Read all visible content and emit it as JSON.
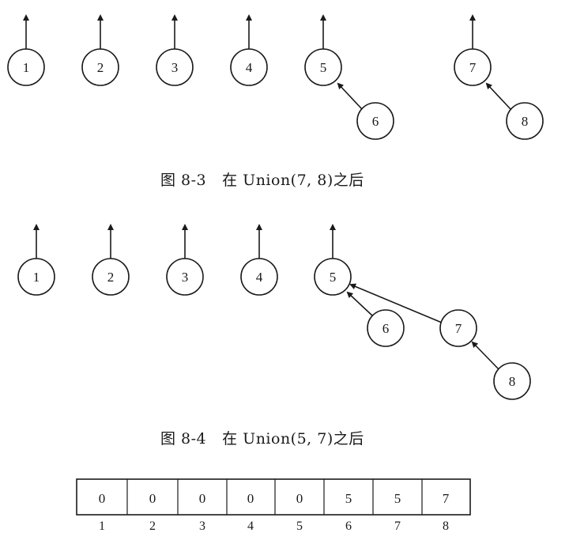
{
  "figure_a": {
    "caption_number": "图 8-3",
    "caption_text": "在 Union(7, 8)之后",
    "nodes": [
      "1",
      "2",
      "3",
      "4",
      "5",
      "6",
      "7",
      "8"
    ],
    "edges": [
      {
        "child": "6",
        "parent": "5"
      },
      {
        "child": "8",
        "parent": "7"
      }
    ]
  },
  "figure_b": {
    "caption_number": "图 8-4",
    "caption_text": "在 Union(5, 7)之后",
    "nodes": [
      "1",
      "2",
      "3",
      "4",
      "5",
      "6",
      "7",
      "8"
    ],
    "edges": [
      {
        "child": "6",
        "parent": "5"
      },
      {
        "child": "7",
        "parent": "5"
      },
      {
        "child": "8",
        "parent": "7"
      }
    ]
  },
  "array": {
    "values": [
      "0",
      "0",
      "0",
      "0",
      "0",
      "5",
      "5",
      "7"
    ],
    "indices": [
      "1",
      "2",
      "3",
      "4",
      "5",
      "6",
      "7",
      "8"
    ]
  },
  "colors": {
    "stroke": "#1a1a1a",
    "background": "#ffffff"
  }
}
